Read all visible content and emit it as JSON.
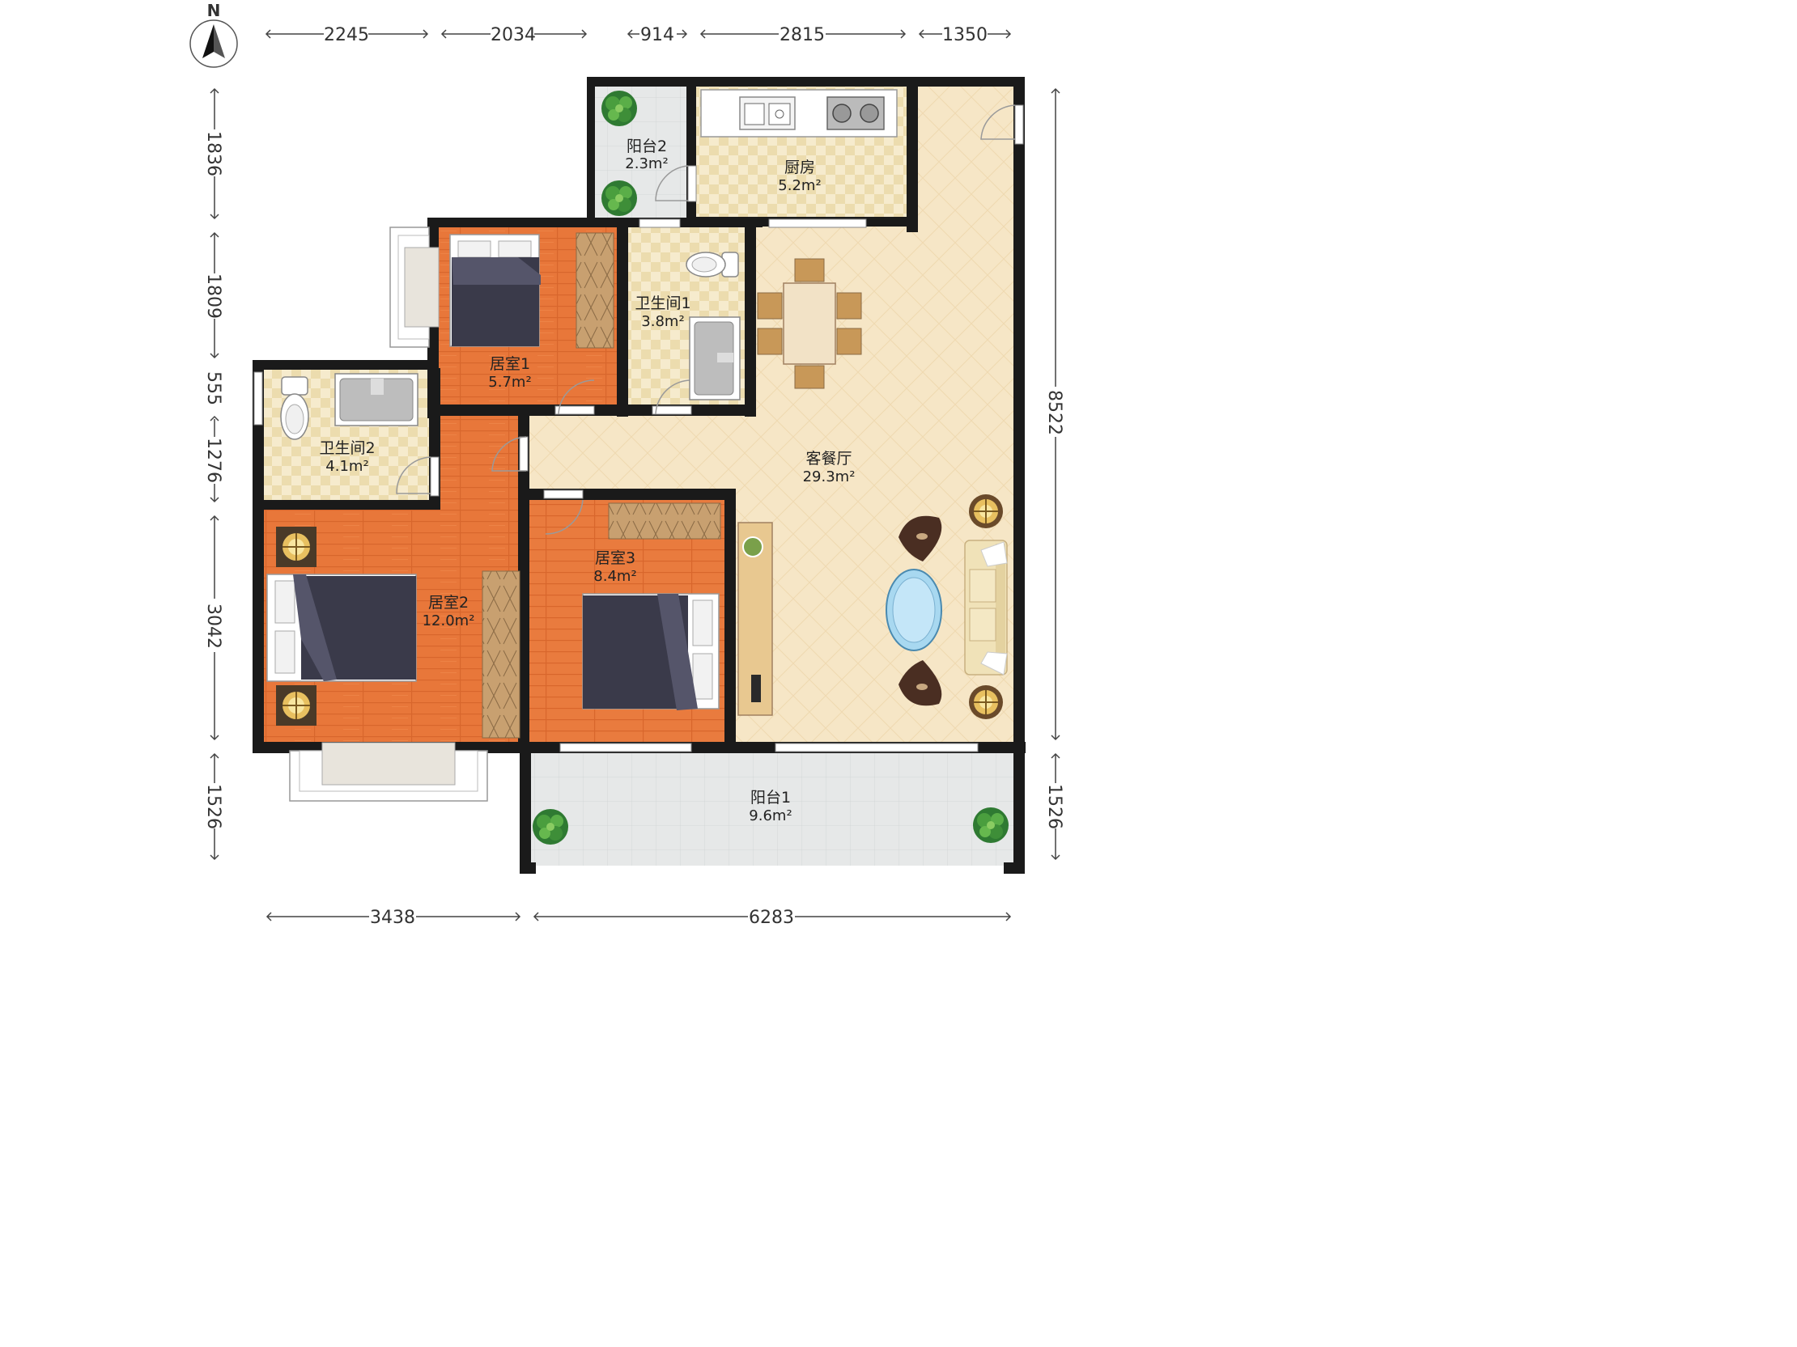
{
  "compass": {
    "north_label": "N",
    "icon": "north-arrow-icon"
  },
  "dimensions": {
    "top": [
      "2245",
      "2034",
      "914",
      "2815",
      "1350"
    ],
    "left": [
      "1836",
      "1809",
      "555",
      "1276",
      "3042",
      "1526"
    ],
    "right": [
      "8522",
      "1526"
    ],
    "bottom": [
      "3438",
      "6283"
    ]
  },
  "rooms": {
    "balcony2": {
      "name": "阳台2",
      "area": "2.3m²"
    },
    "kitchen": {
      "name": "厨房",
      "area": "5.2m²"
    },
    "bedroom1": {
      "name": "居室1",
      "area": "5.7m²"
    },
    "bathroom1": {
      "name": "卫生间1",
      "area": "3.8m²"
    },
    "bathroom2": {
      "name": "卫生间2",
      "area": "4.1m²"
    },
    "living": {
      "name": "客餐厅",
      "area": "29.3m²"
    },
    "bedroom2": {
      "name": "居室2",
      "area": "12.0m²"
    },
    "bedroom3": {
      "name": "居室3",
      "area": "8.4m²"
    },
    "balcony1": {
      "name": "阳台1",
      "area": "9.6m²"
    }
  },
  "colors": {
    "wall": "#1a1a1a",
    "wood_floor": "#e8773a",
    "tile_floor": "#f3e6c4",
    "living_floor": "#f5e6c5",
    "balcony_floor": "#e4e6e6",
    "bed": "#3a3a4a",
    "plant": "#3a8a3a"
  }
}
